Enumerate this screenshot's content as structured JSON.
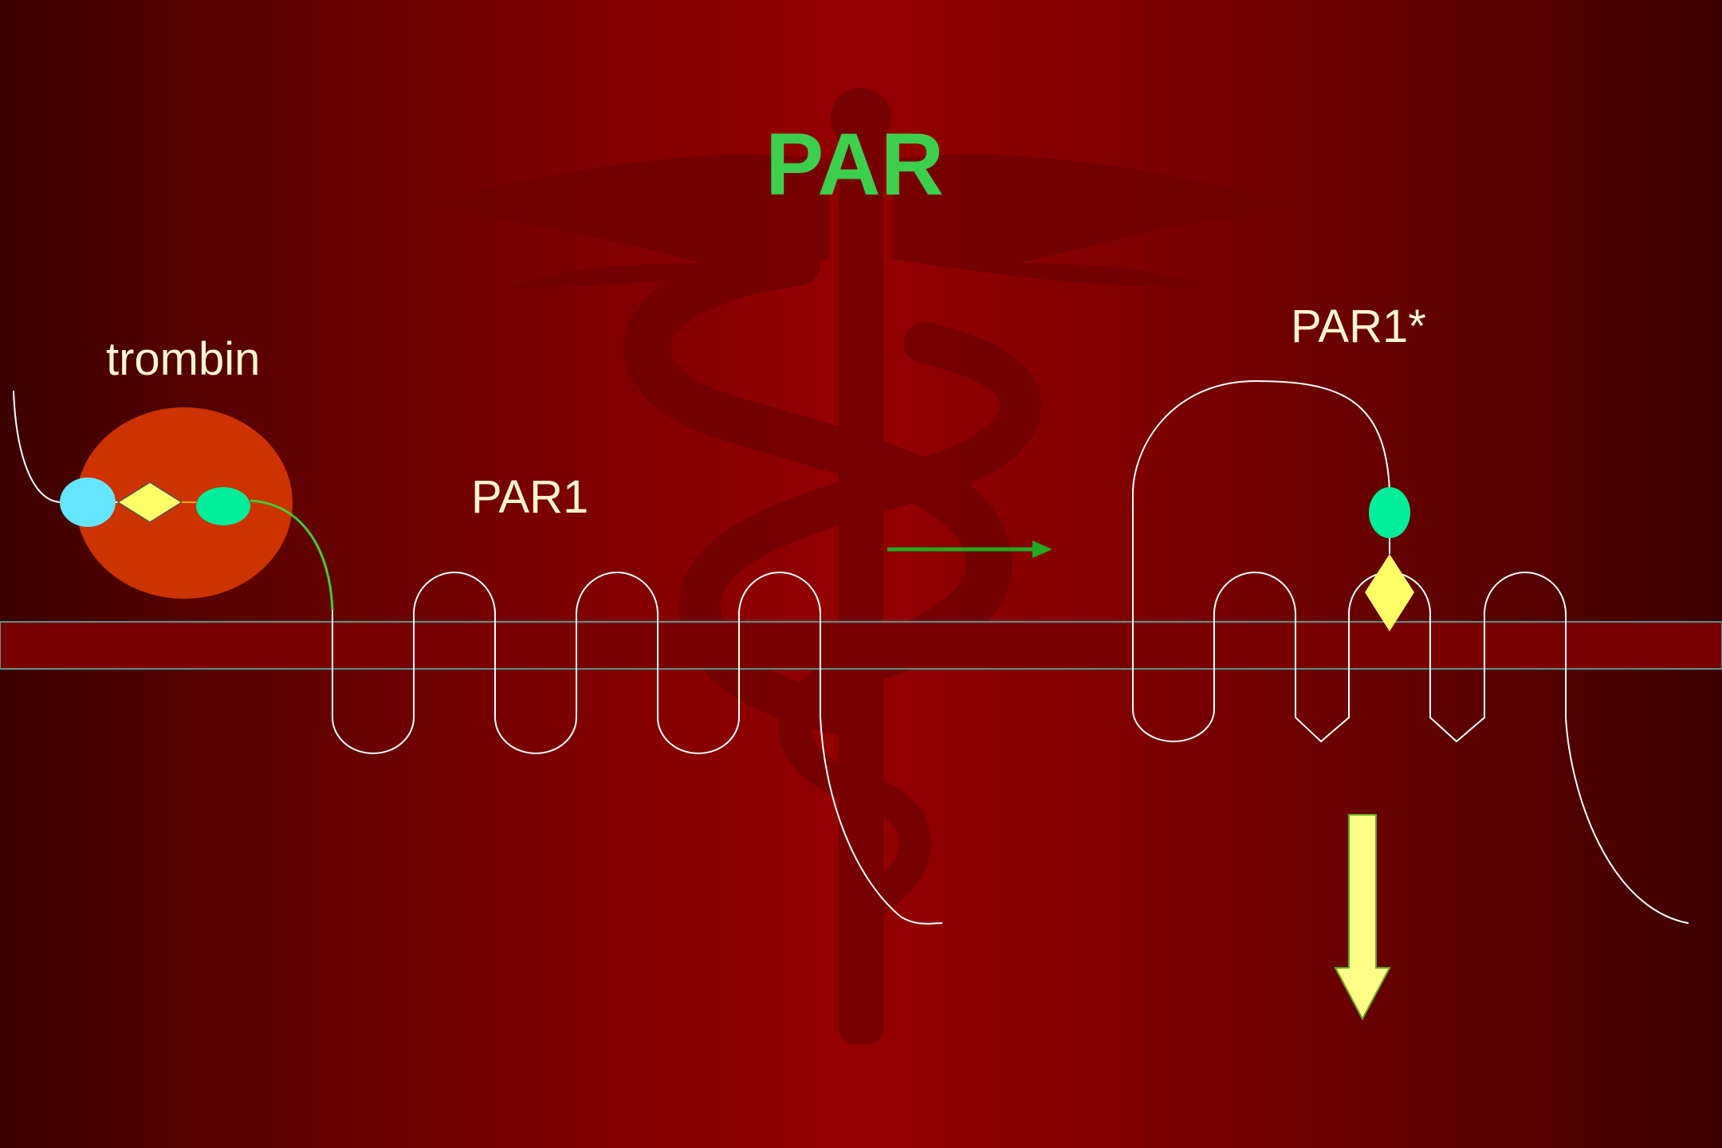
{
  "slide": {
    "title": "PAR",
    "labels": {
      "trombin": "trombin",
      "par1": "PAR1",
      "par1_activated": "PAR1*"
    }
  },
  "colors": {
    "title": "#3ccf4e",
    "label_text": "#fff6d0",
    "thrombin_body": "#cc3300",
    "exosite_site": "#66e5ff",
    "active_site": "#ffff66",
    "tethered_ligand": "#00ee99",
    "process_arrow": "#22aa22",
    "signal_arrow": "#ffff88",
    "membrane": "#7a0000"
  },
  "icons": {
    "background": "caduceus-watermark",
    "process": "right-arrow",
    "signal": "down-arrow"
  }
}
